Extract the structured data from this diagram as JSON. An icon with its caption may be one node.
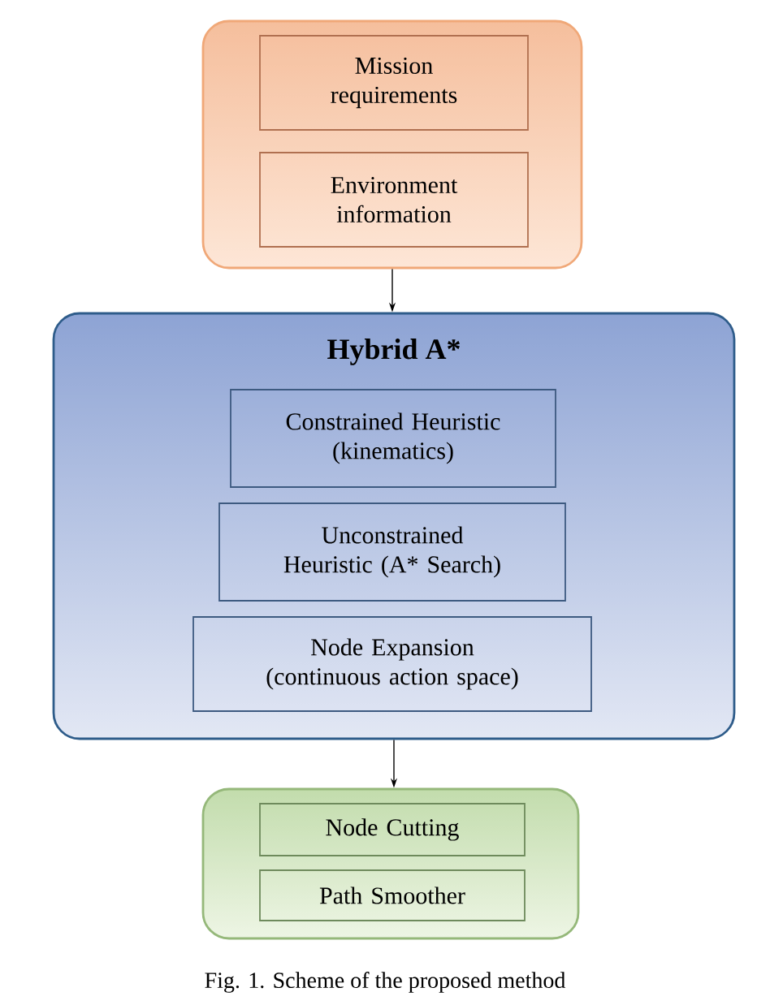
{
  "diagram": {
    "caption": "Fig. 1.   Scheme of the proposed method",
    "nodes": [
      {
        "text": [],
        "shape": "box"
      },
      {
        "text": [
          "Mission requirements"
        ],
        "in": 0
      },
      {
        "text": [
          "Environment information"
        ],
        "in": 0
      },
      {
        "text": [
          "Hybrid A*"
        ]
      },
      {
        "text": [
          "Constrained Heuristic (kinematics)"
        ],
        "in": 3
      },
      {
        "text": [
          "Unconstrained Heuristic (A* Search)"
        ],
        "in": 3
      },
      {
        "text": [
          "Node Expansion (continuous action space)"
        ],
        "in": 3
      },
      {
        "text": [],
        "shape": "box"
      },
      {
        "text": [
          "Node Cutting"
        ],
        "in": 7
      },
      {
        "text": [
          "Path Smoother"
        ],
        "in": 7
      }
    ],
    "edges": [
      {
        "from": 0,
        "to": 3,
        "arrow": "to"
      },
      {
        "from": 3,
        "to": 7,
        "arrow": "to"
      }
    ]
  }
}
